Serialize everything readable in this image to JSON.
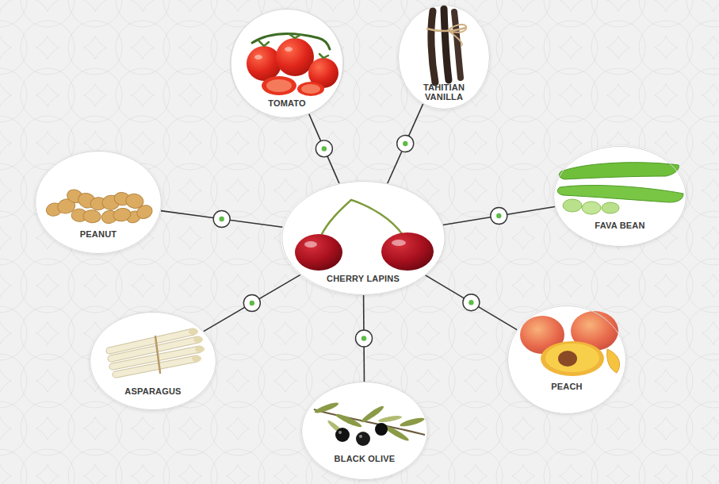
{
  "diagram": {
    "nodes": [
      {
        "text": [
          "TOMATO"
        ]
      },
      {
        "text": [
          "TAHITIAN VANILLA"
        ]
      },
      {
        "text": [
          "PEANUT"
        ]
      },
      {
        "text": [
          "CHERRY LAPINS"
        ]
      },
      {
        "text": [
          "FAVA BEAN"
        ]
      },
      {
        "text": [
          "ASPARAGUS"
        ]
      },
      {
        "text": [
          "PEACH"
        ]
      },
      {
        "text": [
          "BLACK OLIVE"
        ]
      }
    ],
    "edges": [
      {
        "from": 3,
        "to": 0,
        "arrow": "none"
      },
      {
        "from": 3,
        "to": 1,
        "arrow": "none"
      },
      {
        "from": 3,
        "to": 2,
        "arrow": "none"
      },
      {
        "from": 3,
        "to": 4,
        "arrow": "none"
      },
      {
        "from": 3,
        "to": 5,
        "arrow": "none"
      },
      {
        "from": 3,
        "to": 6,
        "arrow": "none"
      },
      {
        "from": 3,
        "to": 7,
        "arrow": "none"
      }
    ]
  }
}
